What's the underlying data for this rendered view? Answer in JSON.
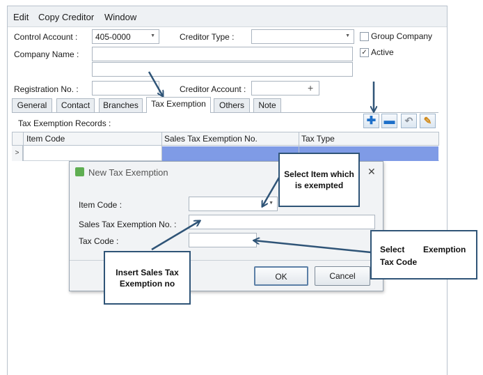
{
  "menu": [
    "Edit",
    "Copy Creditor",
    "Window"
  ],
  "form": {
    "control_account_label": "Control Account :",
    "control_account_value": "405-0000",
    "creditor_type_label": "Creditor Type :",
    "creditor_type_value": "",
    "group_company_label": "Group Company",
    "group_company_checked": false,
    "active_label": "Active",
    "active_checked": true,
    "company_name_label": "Company Name :",
    "company_name_value": "",
    "company_name_value2": "",
    "registration_label": "Registration No. :",
    "registration_value": "",
    "creditor_account_label": "Creditor Account :",
    "creditor_account_value": ""
  },
  "tabs": [
    "General",
    "Contact",
    "Branches",
    "Tax Exemption",
    "Others",
    "Note"
  ],
  "active_tab": "Tax Exemption",
  "records": {
    "title": "Tax Exemption Records :",
    "columns": [
      "Item Code",
      "Sales Tax Exemption No.",
      "Tax Type"
    ],
    "toolbar_icons": [
      "add-icon",
      "remove-icon",
      "undo-icon",
      "edit-icon"
    ]
  },
  "dialog": {
    "title": "New Tax Exemption",
    "item_code_label": "Item Code :",
    "item_code_value": "",
    "exemption_no_label": "Sales Tax Exemption No. :",
    "exemption_no_value": "",
    "tax_code_label": "Tax Code :",
    "tax_code_value": "",
    "ok_label": "OK",
    "cancel_label": "Cancel"
  },
  "callouts": {
    "select_item": "Select Item which is exempted",
    "insert_no": "Insert Sales Tax Exemption no",
    "select_code_a": "Select",
    "select_code_b": "Exemption",
    "select_code_c": "Tax Code"
  },
  "colors": {
    "arrow": "#2f5477",
    "selection": "#7f9be6",
    "add_icon": "#1d6fc9"
  }
}
